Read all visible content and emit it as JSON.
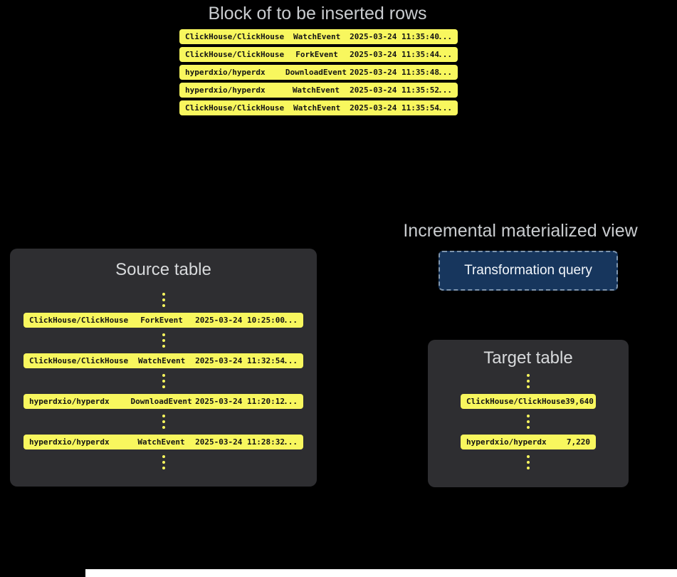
{
  "colors": {
    "bg": "#000000",
    "yellow": "#f8f75e",
    "panel": "#2e2e31",
    "panel_title": "#d8dadc",
    "heading": "#c9cccf",
    "row_text": "#141414",
    "button_bg": "#17365d",
    "button_border": "#7e95ae",
    "button_text": "#f2f6fb"
  },
  "insert_block": {
    "title": "Block of to be inserted rows",
    "rows": [
      {
        "repo": "ClickHouse/ClickHouse",
        "event": "WatchEvent",
        "time": "2025-03-24 11:35:40",
        "more": "..."
      },
      {
        "repo": "ClickHouse/ClickHouse",
        "event": "ForkEvent",
        "time": "2025-03-24 11:35:44",
        "more": "..."
      },
      {
        "repo": "hyperdxio/hyperdx",
        "event": "DownloadEvent",
        "time": "2025-03-24 11:35:48",
        "more": "..."
      },
      {
        "repo": "hyperdxio/hyperdx",
        "event": "WatchEvent",
        "time": "2025-03-24 11:35:52",
        "more": "..."
      },
      {
        "repo": "ClickHouse/ClickHouse",
        "event": "WatchEvent",
        "time": "2025-03-24 11:35:54",
        "more": "..."
      }
    ]
  },
  "materialized_view": {
    "heading": "Incremental materialized view",
    "button_label": "Transformation query"
  },
  "source_table": {
    "title": "Source table",
    "rows": [
      {
        "repo": "ClickHouse/ClickHouse",
        "event": "ForkEvent",
        "time": "2025-03-24 10:25:00",
        "more": "..."
      },
      {
        "repo": "ClickHouse/ClickHouse",
        "event": "WatchEvent",
        "time": "2025-03-24 11:32:54",
        "more": "..."
      },
      {
        "repo": "hyperdxio/hyperdx",
        "event": "DownloadEvent",
        "time": "2025-03-24 11:20:12",
        "more": "..."
      },
      {
        "repo": "hyperdxio/hyperdx",
        "event": "WatchEvent",
        "time": "2025-03-24 11:28:32",
        "more": "..."
      }
    ]
  },
  "target_table": {
    "title": "Target table",
    "rows": [
      {
        "repo": "ClickHouse/ClickHouse",
        "count": "39,640"
      },
      {
        "repo": "hyperdxio/hyperdx",
        "count": "7,220"
      }
    ]
  }
}
